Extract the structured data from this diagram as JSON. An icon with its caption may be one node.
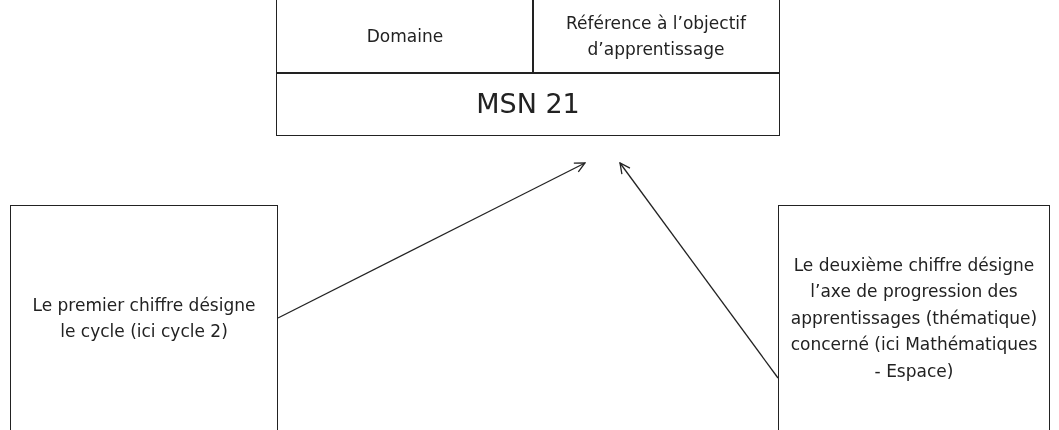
{
  "diagram": {
    "nodes": [
      {
        "text": [
          "Domaine"
        ]
      },
      {
        "text": [
          "Référence à l’objectif d’apprentissage"
        ]
      },
      {
        "text": [
          "MSN 21"
        ]
      },
      {
        "text": [
          "Le premier chiffre désigne le cycle (ici cycle 2)"
        ]
      },
      {
        "text": [
          "Le deuxième chiffre désigne l’axe de progression des apprentissages (thématique) concerné (ici Mathématiques - Espace)"
        ]
      }
    ],
    "edges": [
      {
        "from": 3,
        "to": 2,
        "arrow": "to"
      },
      {
        "from": 4,
        "to": 2,
        "arrow": "to"
      }
    ]
  }
}
